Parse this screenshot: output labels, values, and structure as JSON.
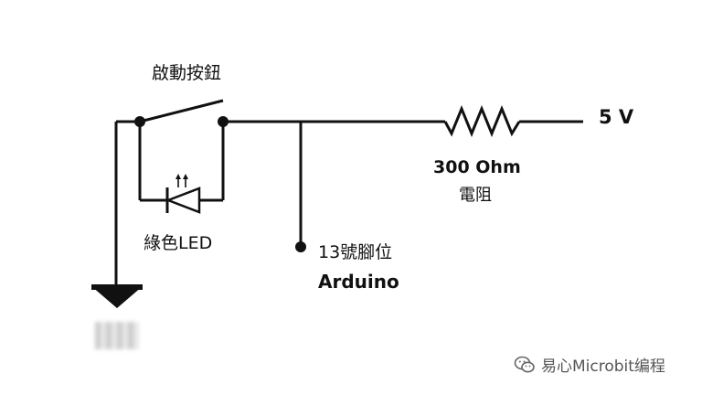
{
  "labels": {
    "start_button": "啟動按鈕",
    "supply": "5 V",
    "resistance": "300 Ohm",
    "resistor": "電阻",
    "led": "綠色LED",
    "pin": "13號腳位",
    "board": "Arduino",
    "ground": "接地"
  },
  "watermark": {
    "icon": "wechat-icon",
    "text": "易心Microbit编程"
  },
  "colors": {
    "wire": "#111111",
    "watermark": "#555555"
  }
}
